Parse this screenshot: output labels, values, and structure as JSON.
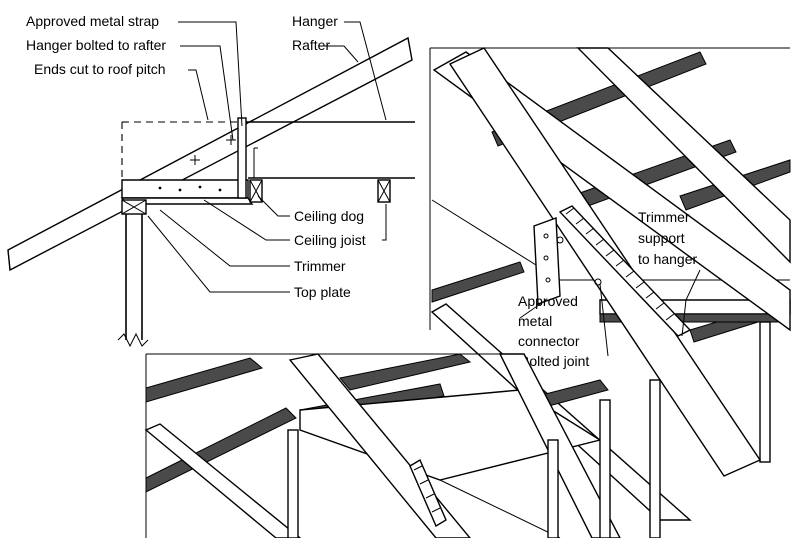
{
  "labels": {
    "approved_metal_strap": "Approved metal strap",
    "hanger_bolted": "Hanger bolted to rafter",
    "ends_cut": "Ends cut to roof pitch",
    "hanger": "Hanger",
    "rafter": "Rafter",
    "ceiling_dog": "Ceiling dog",
    "ceiling_joist": "Ceiling joist",
    "trimmer": "Trimmer",
    "top_plate": "Top plate",
    "trimmer_support_line1": "Trimmer",
    "trimmer_support_line2": "support",
    "trimmer_support_line3": "to hanger",
    "approved_metal_connector_line1": "Approved",
    "approved_metal_connector_line2": "metal",
    "approved_metal_connector_line3": "connector",
    "bolted_joint": "Bolted joint"
  }
}
